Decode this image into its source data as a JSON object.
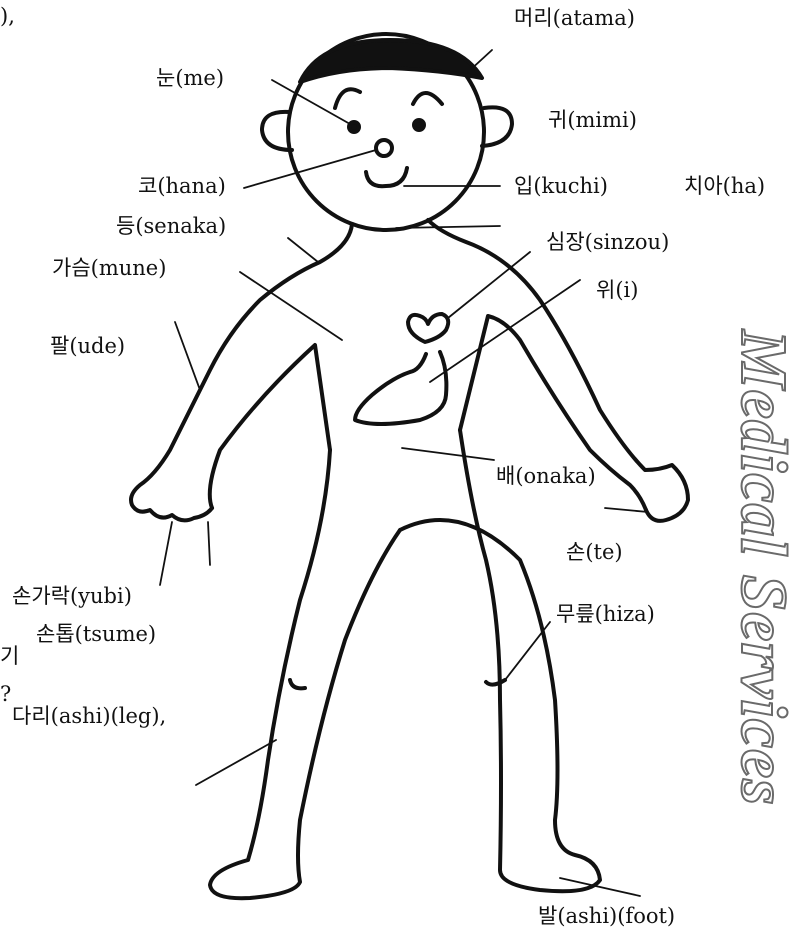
{
  "labels": {
    "atama": "머리(atama)",
    "me": "눈(me)",
    "mimi": "귀(mimi)",
    "hana": "코(hana)",
    "kuchi": "입(kuchi)",
    "ha": "치아(ha)",
    "senaka": "등(senaka)",
    "sinzou": "심장(sinzou)",
    "mune": "가슴(mune)",
    "i": "위(i)",
    "ude": "팔(ude)",
    "onaka": "배(onaka)",
    "te": "손(te)",
    "yubi": "손가락(yubi)",
    "tsume": "손톱(tsume)",
    "hiza": "무릎(hiza)",
    "ashi_leg": "다리(ashi)(leg),",
    "ashi_foot": "발(ashi)(foot)"
  },
  "fragments": {
    "top_left": "),",
    "left_gi": "기",
    "left_q": "?"
  },
  "watermark": "Medical Services"
}
